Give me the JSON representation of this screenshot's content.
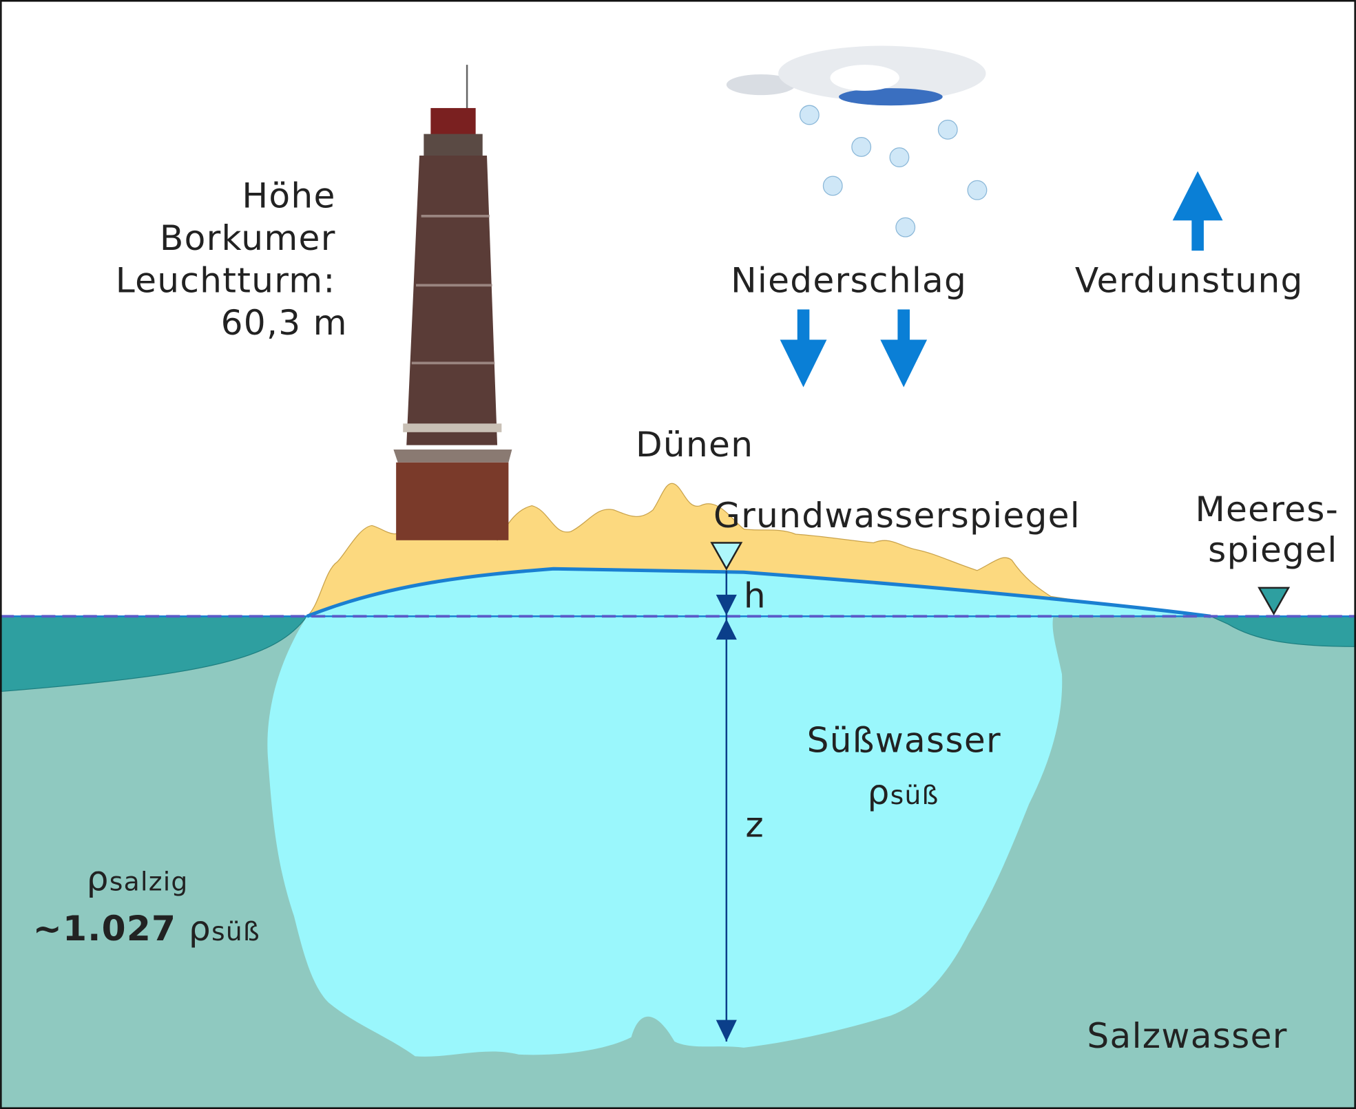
{
  "labels": {
    "lighthouse_height": [
      "Höhe",
      "Borkumer",
      "Leuchtturm:",
      "60,3 m"
    ],
    "precipitation": "Niederschlag",
    "evaporation": "Verdunstung",
    "dunes": "Dünen",
    "water_table": "Grundwasserspiegel",
    "sea_level": [
      "Meeres-",
      "spiegel"
    ],
    "h": "h",
    "z": "z",
    "freshwater": "Süßwasser",
    "rho": "ρ",
    "rho_fresh_sub": "süß",
    "rho_salt_sub": "salzig",
    "ratio": "~1.027",
    "saltwater": "Salzwasser"
  },
  "colors": {
    "saltwater": "#8fc9c0",
    "sea": "#2e9fa0",
    "freshwater": "#9af7fc",
    "dunes": "#fcd97f",
    "water_table_line": "#1a7fd1",
    "arrows": "#0a7fd6",
    "measure": "#0b3f8a"
  }
}
